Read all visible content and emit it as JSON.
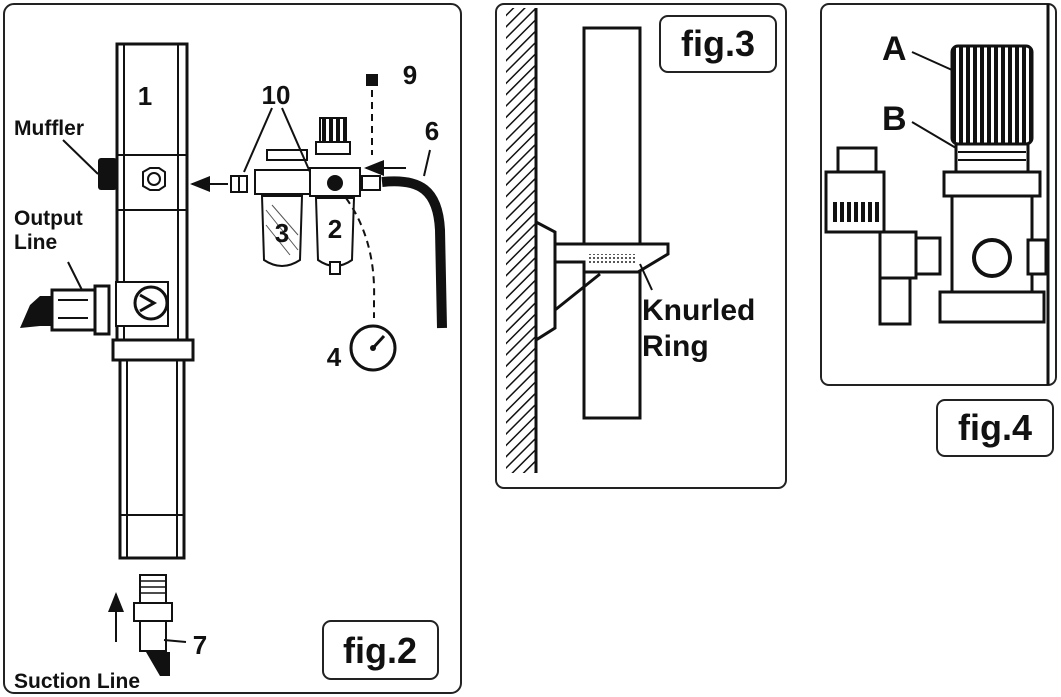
{
  "fig2": {
    "caption": "fig.2",
    "labels": {
      "part1": "1",
      "muffler": "Muffler",
      "output_line_1": "Output",
      "output_line_2": "Line",
      "part10": "10",
      "part9": "9",
      "part6": "6",
      "part3": "3",
      "part2": "2",
      "part4": "4",
      "part7": "7",
      "suction_line": "Suction Line"
    }
  },
  "fig3": {
    "caption": "fig.3",
    "labels": {
      "knurled_1": "Knurled",
      "knurled_2": "Ring"
    }
  },
  "fig4": {
    "caption": "fig.4",
    "labels": {
      "a": "A",
      "b": "B"
    }
  }
}
